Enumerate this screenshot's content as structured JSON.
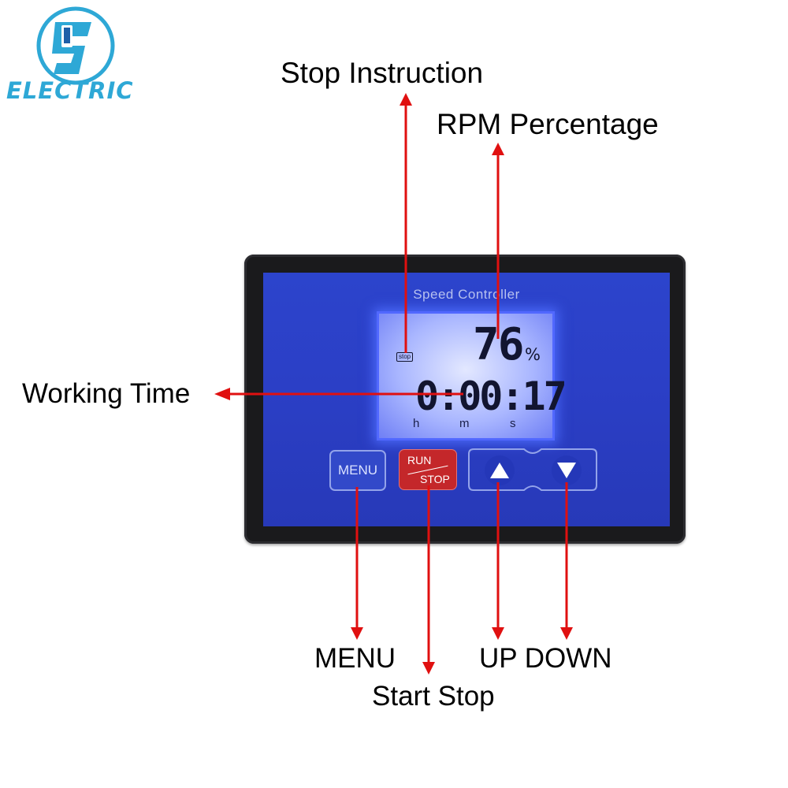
{
  "logo": {
    "text": "ELECTRIC",
    "colors": {
      "primary": "#2ea8d6",
      "dark": "#1e5fa8"
    }
  },
  "callouts": {
    "stop_instruction": "Stop Instruction",
    "rpm_percentage": "RPM Percentage",
    "working_time": "Working Time",
    "menu": "MENU",
    "start_stop": "Start Stop",
    "up_down": "UP DOWN"
  },
  "device": {
    "title": "Speed Controller",
    "lcd": {
      "stop_indicator": "stop",
      "rpm_value": "76",
      "rpm_unit": "%",
      "time_value": "0:00:17",
      "time_units": {
        "h": "h",
        "m": "m",
        "s": "s"
      }
    },
    "buttons": {
      "menu": "MENU",
      "run_label": "RUN",
      "stop_label": "STOP",
      "up": "up-triangle-icon",
      "down": "down-triangle-icon"
    },
    "colors": {
      "face": "#2b3fc6",
      "frame": "#1a1a1c",
      "lcd": "#b4c0ff",
      "run_stop": "#c4272a"
    }
  },
  "arrows": {
    "color": "#e01010"
  }
}
